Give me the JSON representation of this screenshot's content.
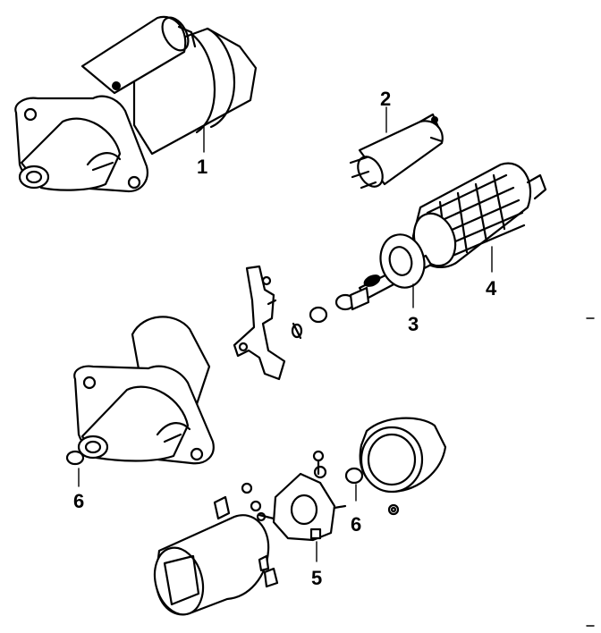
{
  "callouts": {
    "starter_assembly": "1",
    "solenoid": "2",
    "bearing": "3",
    "armature": "4",
    "brush_holder": "5",
    "bushing_front": "6",
    "bushing_rear": "6"
  }
}
